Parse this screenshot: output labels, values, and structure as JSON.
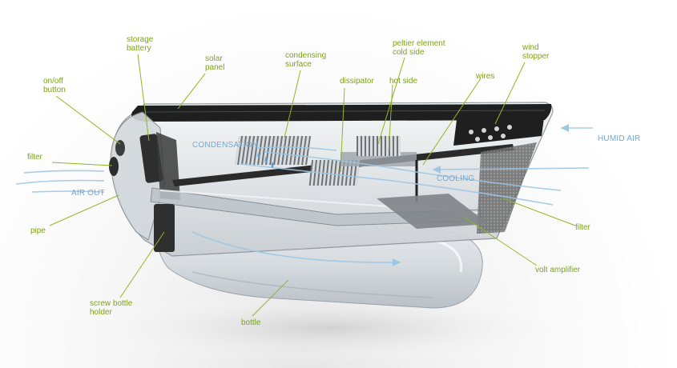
{
  "labels": {
    "storage_battery": "storage\nbattery",
    "solar_panel": "solar\npanel",
    "condensing_surface": "condensing\nsurface",
    "peltier_cold_side": "peltier element\ncold side",
    "wind_stopper": "wind\nstopper",
    "on_off_button": "on/off\nbutton",
    "dissipator": "dissipator",
    "hot_side": "hot side",
    "wires": "wires",
    "filter_left": "filter",
    "pipe": "pipe",
    "screw_bottle_holder": "screw bottle\nholder",
    "bottle": "bottle",
    "filter_right": "filter",
    "volt_amplifier": "volt amplifier"
  },
  "flows": {
    "condensation": "CONDENSATION",
    "humid_air": "HUMID AIR",
    "cooling": "COOLING",
    "air_out": "AIR OUT"
  },
  "colors": {
    "label": "#7da317",
    "flow": "#6fa9d6",
    "leader": "#8fb81f"
  }
}
